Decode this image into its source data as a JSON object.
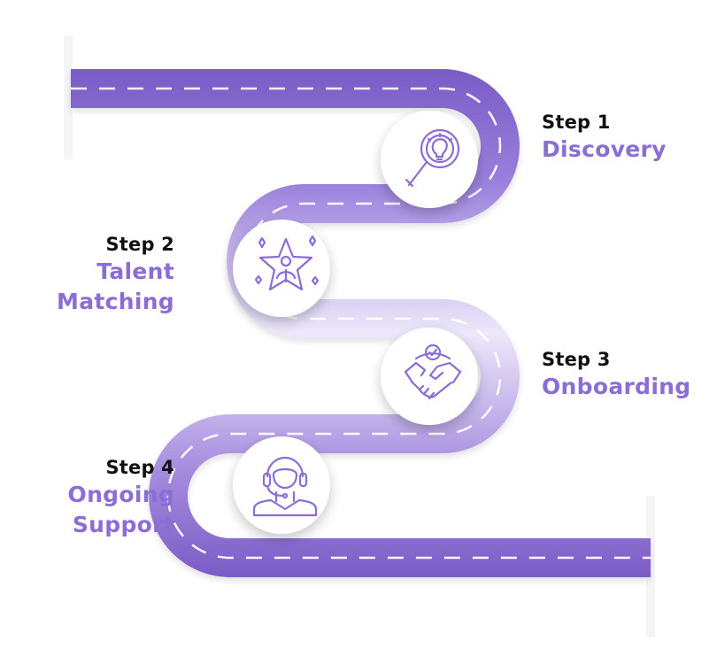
{
  "accent_color": "#8a6dd5",
  "road_color_dark": "#7b5cc7",
  "road_color_light": "#ece6fa",
  "steps": [
    {
      "number": "Step 1",
      "name": [
        "Discovery"
      ],
      "icon": "magnifier-lightbulb-icon"
    },
    {
      "number": "Step 2",
      "name": [
        "Talent",
        "Matching"
      ],
      "icon": "star-person-icon"
    },
    {
      "number": "Step 3",
      "name": [
        "Onboarding"
      ],
      "icon": "handshake-check-icon"
    },
    {
      "number": "Step 4",
      "name": [
        "Ongoing",
        "Support"
      ],
      "icon": "headset-agent-icon"
    }
  ]
}
